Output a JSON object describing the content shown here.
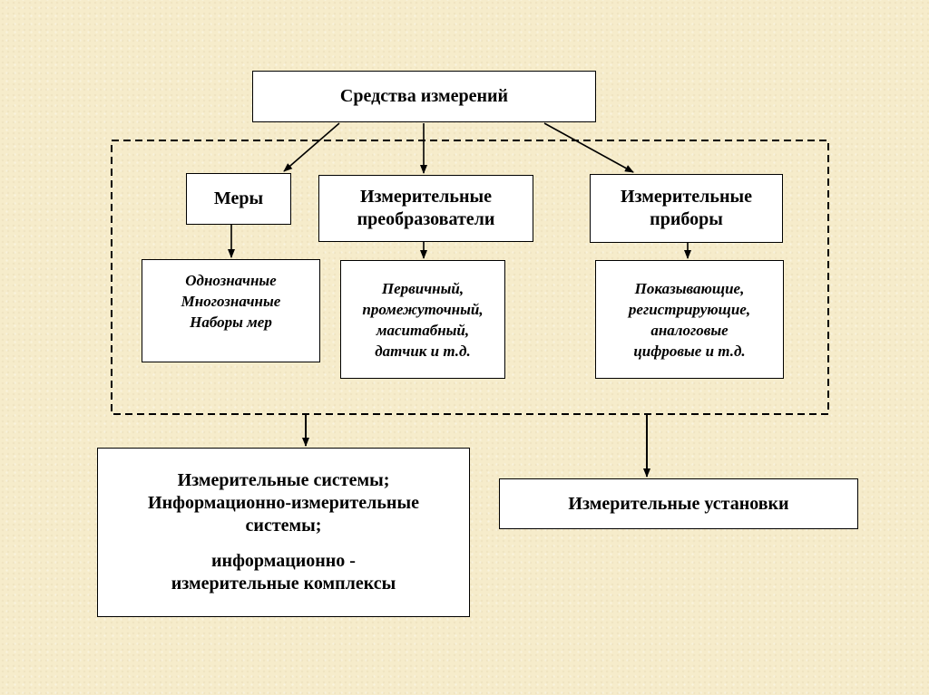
{
  "diagram": {
    "root": "Средства измерений",
    "categories": [
      {
        "title_lines": [
          "Меры"
        ],
        "items": [
          "Однозначные",
          "Многозначные",
          "Наборы мер"
        ]
      },
      {
        "title_lines": [
          "Измерительные",
          "преобразователи"
        ],
        "items": [
          "Первичный,",
          "промежуточный,",
          "маситабный,",
          "датчик и т.д."
        ]
      },
      {
        "title_lines": [
          "Измерительные",
          "приборы"
        ],
        "items": [
          "Показывающие,",
          "регистрирующие,",
          "аналоговые",
          "цифровые и т.д."
        ]
      }
    ],
    "systems": {
      "lines": [
        "Измерительные системы;",
        "Информационно-измерительные",
        "системы;"
      ],
      "complex_lines": [
        "информационно -",
        "измерительные комплексы"
      ]
    },
    "installations": "Измерительные установки"
  }
}
